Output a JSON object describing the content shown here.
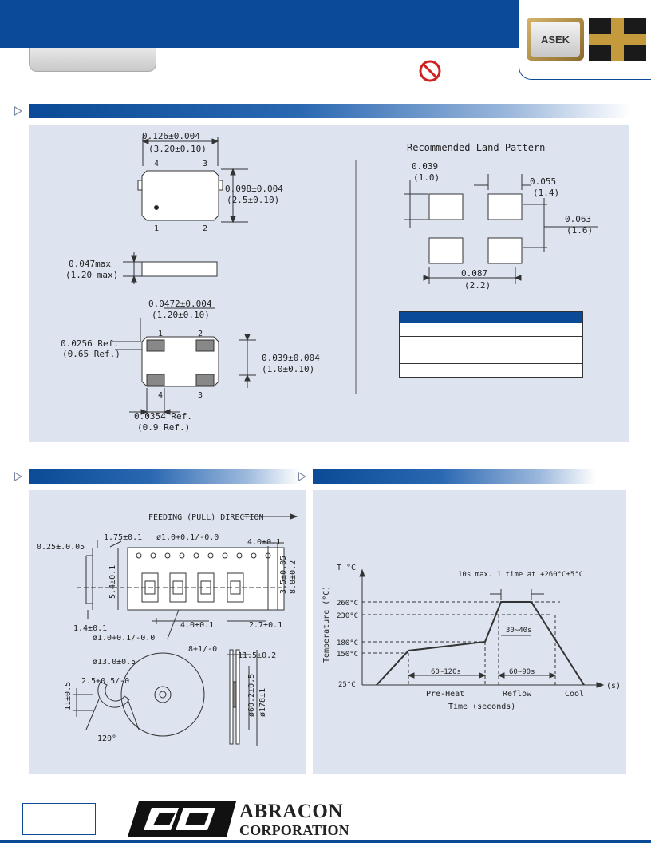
{
  "header": {
    "product_badge": "ASEK"
  },
  "dimensions": {
    "width_in": "0.126±0.004",
    "width_mm": "(3.20±0.10)",
    "height_in": "0.098±0.004",
    "height_mm": "(2.5±0.10)",
    "thick_in": "0.047max",
    "thick_mm": "(1.20 max)",
    "pad_w_in": "0.0472±0.004",
    "pad_w_mm": "(1.20±0.10)",
    "ref1_in": "0.0256 Ref.",
    "ref1_mm": "(0.65 Ref.)",
    "pad_h_in": "0.039±0.004",
    "pad_h_mm": "(1.0±0.10)",
    "ref2_in": "0.0354 Ref.",
    "ref2_mm": "(0.9 Ref.)",
    "pins": [
      "4",
      "3",
      "1",
      "2"
    ]
  },
  "land_pattern": {
    "title": "Recommended Land Pattern",
    "a_in": "0.039",
    "a_mm": "(1.0)",
    "b_in": "0.055",
    "b_mm": "(1.4)",
    "c_in": "0.063",
    "c_mm": "(1.6)",
    "d_in": "0.087",
    "d_mm": "(2.2)"
  },
  "tape": {
    "direction": "FEEDING (PULL) DIRECTION",
    "d1": "0.25±.0.05",
    "d2": "1.75±0.1",
    "d3": "ø1.0+0.1/-0.0",
    "d4": "4.0±0.1",
    "d5": "5.4±0.1",
    "d6": "3.5±0.05",
    "d7": "8.0±0.2",
    "d8": "1.4±0.1",
    "d9": "4.0±0.1",
    "d10": "2.7±0.1",
    "d11": "ø1.0+0.1/-0.0",
    "r1": "ø13.0±0.5",
    "r2": "2.5+0.5/-0",
    "r3": "11±0.5",
    "r4": "120°",
    "r5": "8+1/-0",
    "r6": "11.5±0.2",
    "r7": "ø60.2±0.5",
    "r8": "ø178±1"
  },
  "reflow": {
    "yaxis": "Temperature (°C)",
    "yunit": "T °C",
    "xunit": "(s)",
    "xlabel": "Time (seconds)",
    "t260": "260°C",
    "t230": "230°C",
    "t180": "180°C",
    "t150": "150°C",
    "t25": "25°C",
    "note": "10s max. 1 time at +260°C±5°C",
    "w1": "30~40s",
    "w2": "60~120s",
    "w3": "60~90s",
    "pre": "Pre-Heat",
    "reflow": "Reflow",
    "cool": "Cool"
  },
  "footer": {
    "brand_line1": "ABRACON",
    "brand_line2": "CORPORATION"
  }
}
